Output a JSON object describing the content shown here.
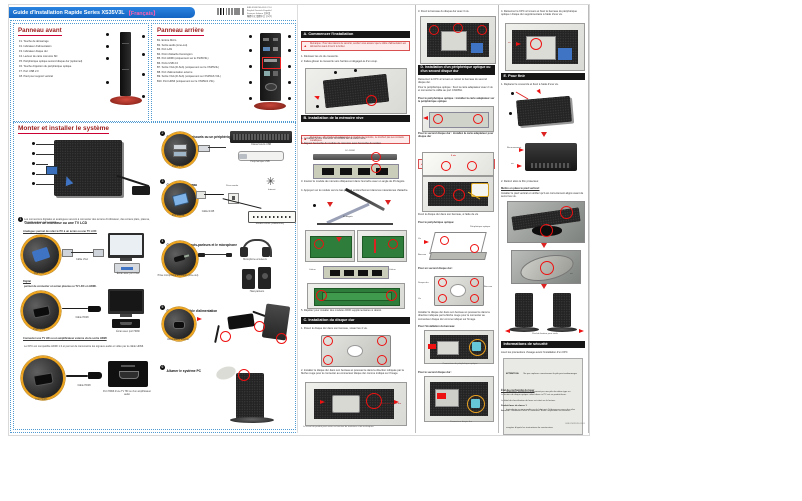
{
  "doc": {
    "title": "Guide d'Installation Rapide Series XS35V3L",
    "lang_tag": "【Français】",
    "fold_note_lines": [
      "84R-XS35V30-0101 V1.0",
      "English Deutsch Español",
      "Français Italiano 日本語",
      "繁體中文 簡體中文 한국어"
    ],
    "doc_number": "84R-XS35V30-0101"
  },
  "front_panel": {
    "title": "Panneau avant",
    "items": [
      "F1. Touche de démarrage",
      "F2. Indicateur d'alimentation",
      "F3. Indicateur disque dur",
      "F4. Lecteur de carte mémoire SD",
      "F5. Périphérique optique second disque dur (optionnel)",
      "F6. Touche d'éjection du périphérique optique",
      "F7. Port USB 2.0",
      "F8. Pied pour support vertical"
    ]
  },
  "rear_panel": {
    "title": "Panneau arrière",
    "items": [
      "B1. Entrée Micro",
      "B2. Sortie audio (Line-out)",
      "B3. Port LAN",
      "B4. Point d'attache Kensington",
      "B5. Port HDMI (uniquement sur le XS35V3L)",
      "B6. Ports USB 2.0",
      "B7. Sortie VGA (D-Sub) (uniquement sur le XS35V3L)",
      "B8. Port d'alimentation externe",
      "B9. Sortie VGA (D-Sub) (uniquement sur XS35GS V3L)",
      "B10. Port HDMI (uniquement sur le XS35GS V3L)"
    ]
  },
  "assembly": {
    "title": "Monter et installer le système",
    "step1": {
      "num": "1",
      "label": "Connecter un moniteur ou une TV LCD",
      "body": "Les connexions digitales et analogues servent à connecter des écrans d'ordinateur, des écrans plats, plasma, TV LCD ou tout autre écran.",
      "analog_label": "Analogue: permet de relier le PC à un écran ou une TV LCD:",
      "analog_caps": [
        "Port VGA",
        "Câble VGA",
        "Écran avec port VGA"
      ],
      "digital_label": "Digital",
      "digital_body": "permet de connecter un écran plasma ou TV LDC en HDMI.",
      "digital_caps": [
        "Port HDMI",
        "Câble HDMI",
        "Écran avec port HDMI"
      ],
      "hdtv_label": "Connecter une TV HD ou un amplificateur externe via la sortie HDMI",
      "hdtv_body": "Le KPC est compatible HDMI 1.3 et permet de transmettre les signaux audio et vidéo par le câble HDMI.",
      "hdtv_caps": [
        "Port HDMI",
        "Câble HDMI",
        "Port HDMI d'une TV HD ou d'un amplificateur audio"
      ]
    },
    "step2": {
      "num": "2",
      "label": "Connecter clavier/souris ou un périphérique USB",
      "caps": [
        "Ports USB",
        "Clavier/souris USB",
        "Périphérique USB"
      ]
    },
    "step3": {
      "num": "3",
      "label": "Connecter le réseau",
      "caps": [
        "Port réseau",
        "Câble RJ45",
        "Prise murale",
        "Internet",
        "Modem ADSL (Câble/DSL)"
      ]
    },
    "step4": {
      "num": "4",
      "label": "Connecter les hauts-parleurs et le microphone",
      "caps": [
        "Prise microphone écouteurs (Line-out)",
        "Microphone écouteurs",
        "Haut-parleurs"
      ]
    },
    "step5": {
      "num": "5",
      "label": "Connecter le câble d'alimentation",
      "caps": [
        "Alimentation externe"
      ]
    },
    "step6": {
      "num": "6",
      "label": "Allumer le système PC"
    }
  },
  "section_a": {
    "header": "A. Commencer l'installation",
    "warning": "Remarque : Pour des raisons de sécurité, veuillez vous assurer que le câble d'alimentation est débranché avant d'ouvrir le boîtier.",
    "step1": "1. Dévissez les vis du couvercle.",
    "step2": "2. Faites glisser le couvercle vers l'arrière et dégagez-le d'un coup."
  },
  "section_b": {
    "header": "B. Installation de la mémoire vive",
    "warning": "Remarque : afin d'éviter d'endommager le module de mémoire, ne touchez pas ses contacts métalliques.",
    "step1": "1. Localisez le slot mémoire SO-DIMM sur la carte mère.",
    "step2": "2. Alignez l'encoche du module de mémoire avec l'encoche du socket.",
    "step3": "3. Insérez le module de mémoire obliquement dans l'encoche avec un angle de 45 degrés.",
    "step4": "4. Appuyez sur le module vers le bas jusqu'à enclenchement dans les mécanismes d'attache.",
    "step5": "5. Répétez pour installer des modules DDR supplémentaires si désiré.",
    "slot_label": "SO-DIMM",
    "angle_label": "45 degrés",
    "release_left": "Libérer",
    "release_right": "Libérer"
  },
  "section_c": {
    "header": "C. Installation du disque dur",
    "step1": "1. Posez le disque dur dans son berceau, vissez les 4 vis.",
    "step2": "2. Installez le disque dur dans son berceau et poussez-le dans la direction indiquée par la flèche rouge pour le connecter au connecteur disque dur comme indiqué sur l'image.",
    "connector_label": "Connecteur disque dur",
    "footnote": "Le visuel du produit peut varier en fonction de territoires et de techniques."
  },
  "section_d": {
    "step3": "3. Fixez le berceau du disque dur avec 3 vis.",
    "header": "D. Installation d'un périphérique optique ou d'un second disque dur",
    "p1": "Retournez le KPC à l'envers et retirez le berceau du second disque dur.",
    "p2": "Pour le périphérique optique : fixez la carte adaptateur avec 2 vis et connectez le câble au port CN205H.",
    "p3": "Pour le périphérique optique : installez la carte adaptateur sur le périphérique optique",
    "p4": "Pour le second disque dur : installez la carte adaptateur pour disque dur",
    "warning": "Si vous installez un second disque dur, connectez-le par le bas du berceau.",
    "two_screws": "2 vis",
    "fix_note": "Fixez le disque dur dans son berceau, à l'aide de vis",
    "optical_label": "Pour le périphérique optique:",
    "optical_caps": [
      "Périphérique optique",
      "Berceau",
      "Vis"
    ],
    "hdd_label": "Pour un second disque dur:",
    "hdd_caps": [
      "Disque dur",
      "Berceau",
      "Vis"
    ],
    "p5": "Installez le disque dur dans son berceau et poussez-le dans la direction indiquée par la flèche rouge pour le connecter au connecteur disque dur comme indiqué sur l'image.",
    "tray_label": "Pour l'installation du berceau:",
    "optical_conn_cap": "Connecteur du périphérique optique",
    "second_label": "Pour le second disque dur:",
    "hdd_conn_cap": "Connecteur disque dur"
  },
  "section_e": {
    "step4": "4. Retournez le KPC à l'envers et fixez le berceau du périphérique optique / disque dur supplémentaire à l'aide d'une vis.",
    "header": "E. Pour finir",
    "step1": "1. Replacez le couvercle et fixez à l'aide d'une vis.",
    "cover_label": "Recouvrement",
    "screw_label": "vis",
    "screw_label2": "vis",
    "step2": "2. Retirez alors le film protecteur.",
    "stand_label": "Mettre en place le pied vertical:",
    "stand_body": "Installez le pied vertical et vérifiez qu'il est correctement aligné avant de serrer les vis.",
    "base_cap": "Pied de fixation pour socle"
  },
  "safety": {
    "header": "Informations de sécurité",
    "intro": "Lisez les précautions d'usage avant l'installation d'un KPC",
    "attention_title": "ATTENTION:",
    "attention_body": "Ne pas replacer correctement la pile peut endommager l'ordinateur. Remplacez uniquement par une pile de même type ou équivalente recommandée par le fabricant. Débarrassez-vous des piles usagées d'après les instructions du constructeur.",
    "laser_title": "État de conformité du laser",
    "laser_l1": "Le lecteur de disque optique utilisé dans ce PC est un produit laser.",
    "laser_l2": "Le label de classification du laser est situé sur le lecteur.",
    "laser_class": "Produit laser de classe 1",
    "laser_warn": "Attention : Radiations laser à l'ouverture. Éviter l'exposition au faisceau."
  }
}
